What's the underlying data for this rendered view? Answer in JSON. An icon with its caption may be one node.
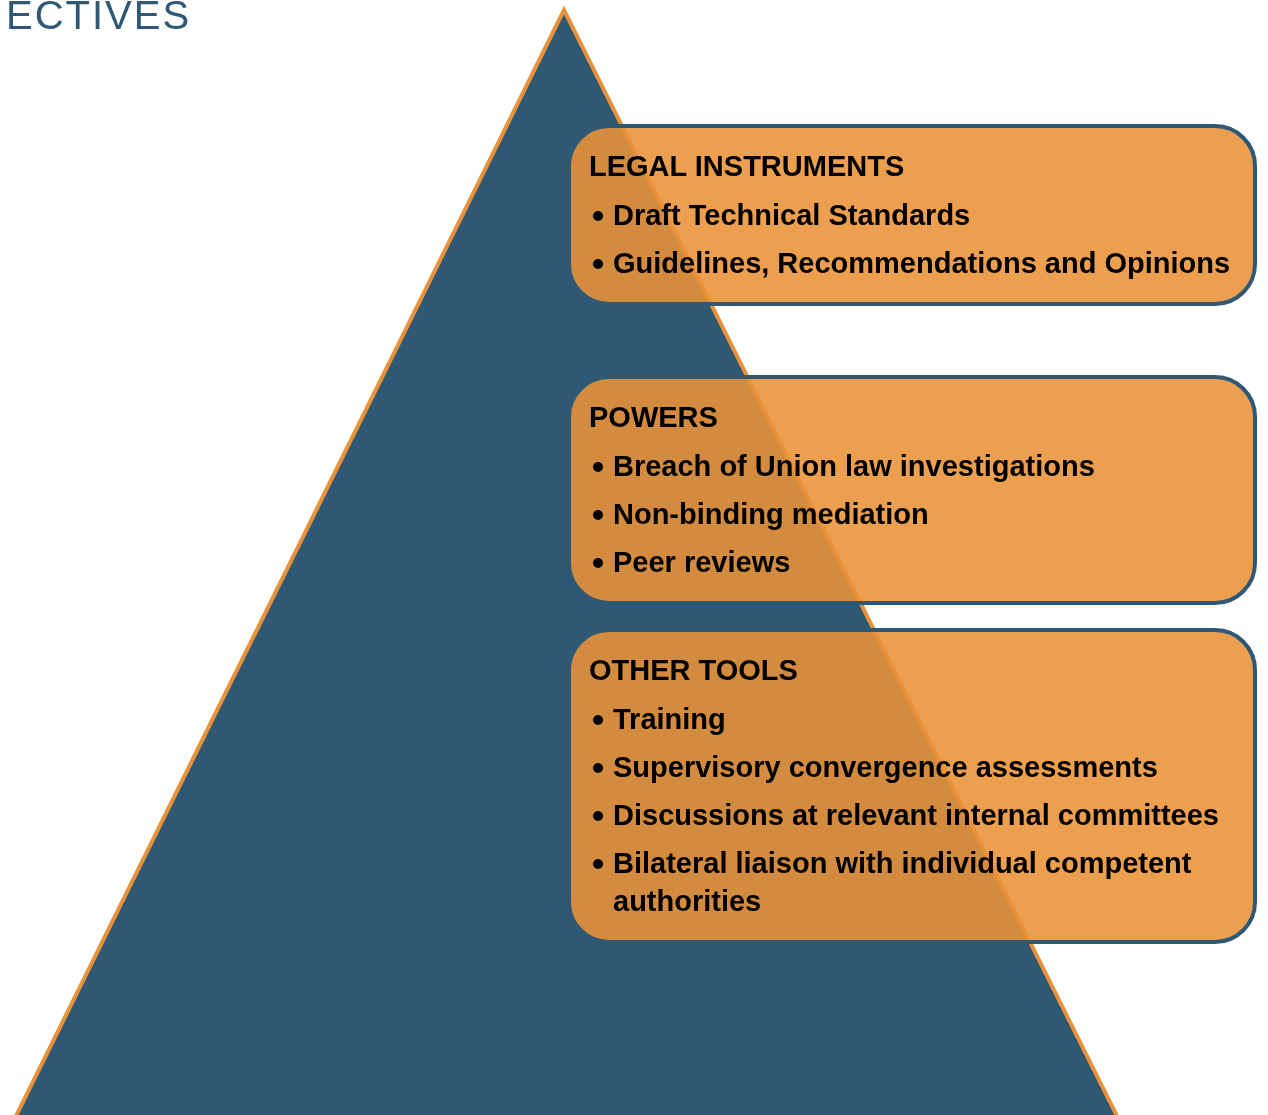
{
  "diagram": {
    "nodes": [
      {
        "text": [
          "LEGAL INSTRUMENTS",
          "Draft Technical Standards",
          "Guidelines, Recommendations and Opinions"
        ]
      },
      {
        "text": [
          "POWERS",
          "Breach of Union law investigations",
          "Non-binding mediation",
          "Peer reviews"
        ]
      },
      {
        "text": [
          "OTHER TOOLS",
          "Training",
          "Supervisory convergence assessments",
          "Discussions at relevant internal committees",
          "Bilateral liaison with individual competent authorities"
        ]
      }
    ],
    "labels": [
      "ECTIVES"
    ]
  }
}
